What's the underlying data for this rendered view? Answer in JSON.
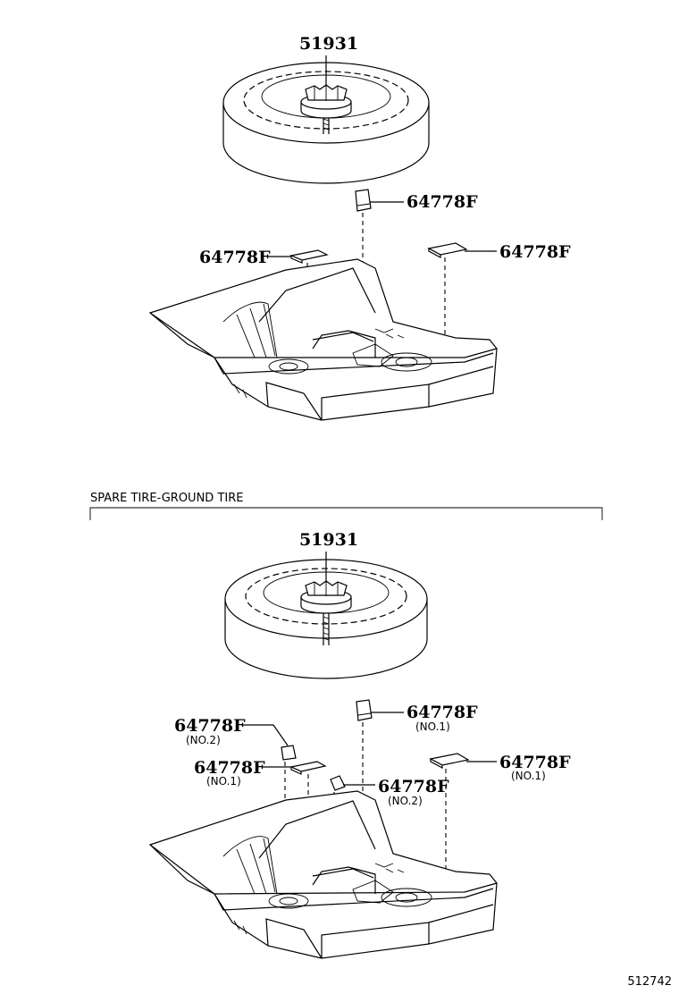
{
  "upper": {
    "tire_part": "51931",
    "pad_center": "64778F",
    "pad_left": "64778F",
    "pad_right": "64778F"
  },
  "lower": {
    "section_title": "SPARE TIRE-GROUND TIRE",
    "tire_part": "51931",
    "pad_top": {
      "part": "64778F",
      "note": "(NO.1)"
    },
    "pad_left_upper": {
      "part": "64778F",
      "note": "(NO.2)"
    },
    "pad_left_lower": {
      "part": "64778F",
      "note": "(NO.1)"
    },
    "pad_center_lower": {
      "part": "64778F",
      "note": "(NO.2)"
    },
    "pad_right": {
      "part": "64778F",
      "note": "(NO.1)"
    }
  },
  "figure_number": "512742"
}
